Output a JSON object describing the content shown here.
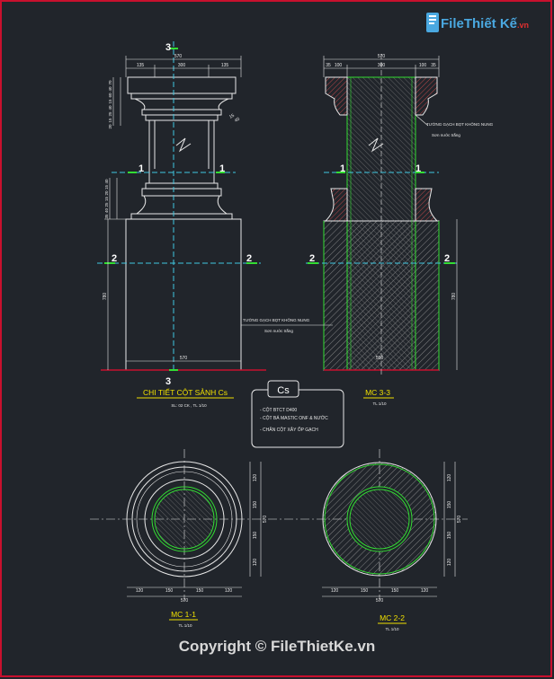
{
  "watermark": {
    "brand_a": "File",
    "brand_b": "Thiết Kế",
    "brand_c": ".vn"
  },
  "copyright": "Copyright © FileThietKe.vn",
  "labels": {
    "sec3": "3",
    "sec1": "1",
    "sec2": "2",
    "title_main": "CHI TIẾT CỘT SẢNH Cs",
    "sub_main": "SL: 02 CK , TL 1/10",
    "title_mc33": "MC 3-3",
    "sub_mc33": "TL 1/10",
    "title_mc11": "MC 1-1",
    "sub_mc11": "TL 1/10",
    "title_mc22": "MC 2-2",
    "sub_mc22": "TL 1/10",
    "note_a": "TƯỜNG GẠCH BỌT KHÔNG NUNG",
    "note_a2": "Sơn nước trắng",
    "note_b": "TƯỜNG GẠCH BỌT KHÔNG NUNG",
    "note_b2": "Sơn nước trắng"
  },
  "legend": {
    "code": "Cs",
    "items": [
      "- CỘT BTCT D400",
      "- CỘT BÁ MASTIC ONF & NƯỚC",
      "- CHÂN CỘT XÂY ỐP GẠCH"
    ]
  },
  "dims": {
    "top_total": "570",
    "top_a": "135",
    "top_b": "300",
    "top_c": "135",
    "right_total": "570",
    "right_a": "35",
    "right_b": "100",
    "right_c": "300",
    "right_d": "100",
    "right_e": "35",
    "height_base": "780",
    "bot_main": "570",
    "bot_mc33": "550",
    "mc11_a": "120",
    "mc11_b": "150",
    "mc11_c": "150",
    "mc11_d": "120",
    "mc11_total": "570",
    "mc11_v_total": "570",
    "mc22_a": "120",
    "mc22_b": "150",
    "mc22_c": "150",
    "mc22_d": "120",
    "mc22_total": "570",
    "mc22_v_total": "570",
    "left_small": [
      "70",
      "40",
      "60",
      "15",
      "40",
      "25",
      "15",
      "20"
    ],
    "left_mid": [
      "40",
      "15",
      "20",
      "15",
      "25",
      "40",
      "35"
    ],
    "small_a": "15",
    "small_b": "40"
  }
}
